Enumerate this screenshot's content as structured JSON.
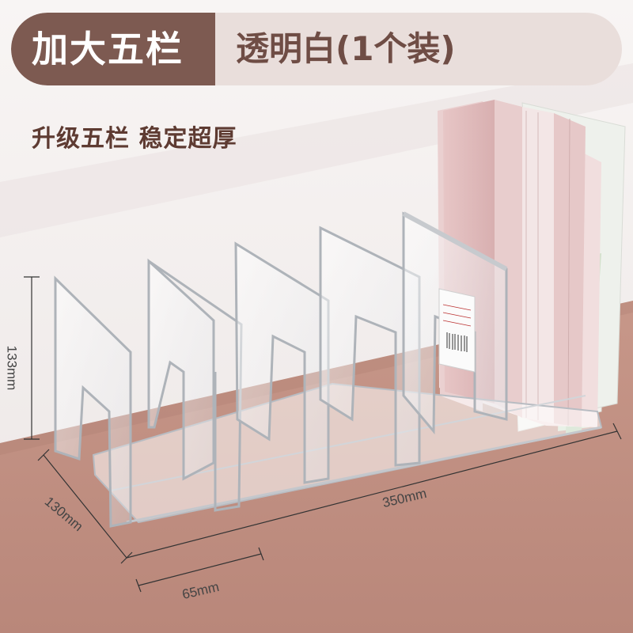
{
  "banner": {
    "left_label": "加大五栏",
    "right_label": "透明白(1个装)",
    "accent_color": "#7d5a51",
    "background_color": "#e9dedb"
  },
  "subtitle": "升级五栏 稳定超厚",
  "dimensions": {
    "height": "133mm",
    "depth": "130mm",
    "length": "350mm",
    "slot_width": "65mm"
  },
  "product": {
    "type": "acrylic five-slot book stand",
    "color": "transparent white"
  }
}
